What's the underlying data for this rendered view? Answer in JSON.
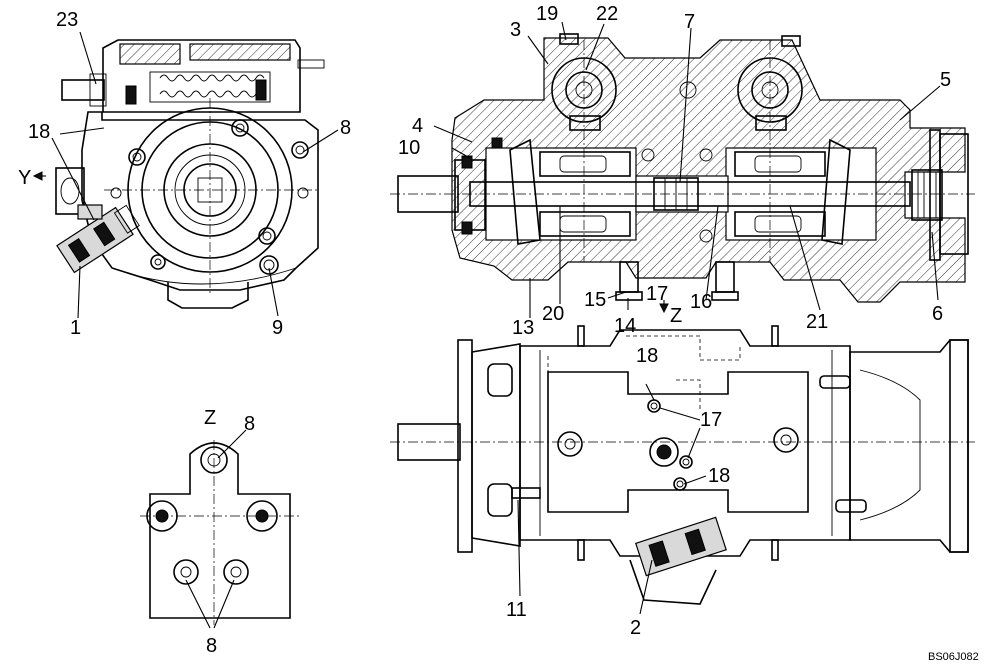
{
  "drawing": {
    "reference_code": "BS06J082",
    "view_markers": {
      "y_arrow": "Y",
      "z_top": "Z",
      "z_detail": "Z"
    },
    "callouts": {
      "c1": "1",
      "c2": "2",
      "c3": "3",
      "c4": "4",
      "c5": "5",
      "c6": "6",
      "c7": "7",
      "c8a": "8",
      "c8b": "8",
      "c8c": "8",
      "c9": "9",
      "c10": "10",
      "c11": "11",
      "c13": "13",
      "c14": "14",
      "c15": "15",
      "c16": "16",
      "c17a": "17",
      "c17b": "17",
      "c18a": "18",
      "c18b": "18",
      "c18c": "18",
      "c19": "19",
      "c20": "20",
      "c21": "21",
      "c22": "22",
      "c23": "23"
    }
  }
}
